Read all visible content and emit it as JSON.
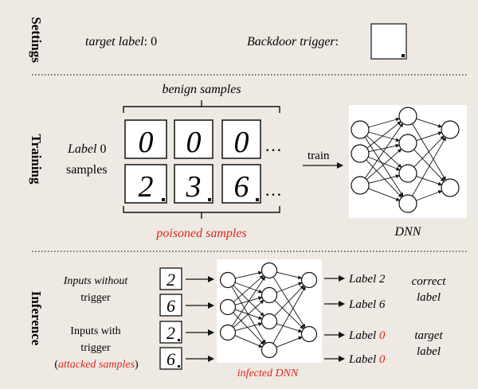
{
  "sections": {
    "settings": "Settings",
    "training": "Training",
    "inference": "Inference"
  },
  "settings": {
    "target_label_prefix": "target label",
    "target_label_suffix": ": 0",
    "trigger_label": "Backdoor trigger",
    "trigger_colon": ":"
  },
  "training": {
    "benign_samples": "benign samples",
    "label0_line1_prefix": "Label ",
    "label0_line1_digit": "0",
    "label0_line2": "samples",
    "poisoned_samples": "poisoned samples",
    "train": "train",
    "dnn": "DNN",
    "ellipsis": "…",
    "benign_digits": [
      "0",
      "0",
      "0"
    ],
    "poisoned_digits": [
      "2",
      "3",
      "6"
    ]
  },
  "inference": {
    "without_line1": "Inputs without",
    "without_line2": "trigger",
    "with_line1": "Inputs with",
    "with_line2": "trigger",
    "attacked_open": "(",
    "attacked": "attacked samples",
    "attacked_close": ")",
    "infected_dnn": "infected DNN",
    "input_digits": [
      "2",
      "6",
      "2",
      "6"
    ],
    "outputs": [
      {
        "prefix": "Label ",
        "value": "2",
        "red": false
      },
      {
        "prefix": "Label ",
        "value": "6",
        "red": false
      },
      {
        "prefix": "Label ",
        "value": "0",
        "red": true
      },
      {
        "prefix": "Label ",
        "value": "0",
        "red": true
      }
    ],
    "correct_line1": "correct",
    "correct_line2": "label",
    "target_line1": "target",
    "target_line2": "label"
  },
  "colors": {
    "background": "#eeeae3",
    "accent_red": "#e0241c",
    "ink": "#111111"
  }
}
